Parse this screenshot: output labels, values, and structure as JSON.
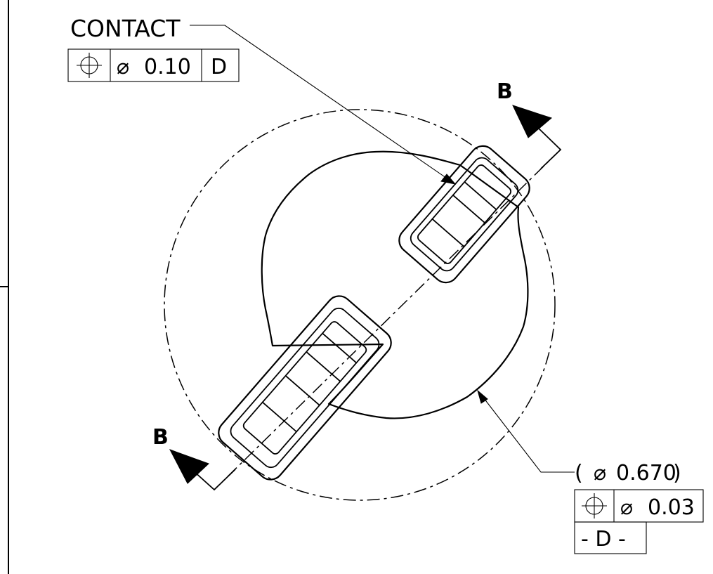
{
  "callout_top": {
    "note": "CONTACT",
    "fcf": {
      "symbol": "position-symbol",
      "diameter_symbol": "⌀",
      "tolerance": "0.10",
      "datum": "D"
    }
  },
  "callout_bottom": {
    "reference_dimension": "0.670",
    "diameter_symbol": "⌀",
    "paren_open": "(",
    "paren_close": ")",
    "fcf": {
      "symbol": "position-symbol",
      "diameter_symbol": "⌀",
      "tolerance": "0.03"
    },
    "datum_feature": "- D -"
  },
  "section": {
    "top_label": "B",
    "bottom_label": "B"
  }
}
